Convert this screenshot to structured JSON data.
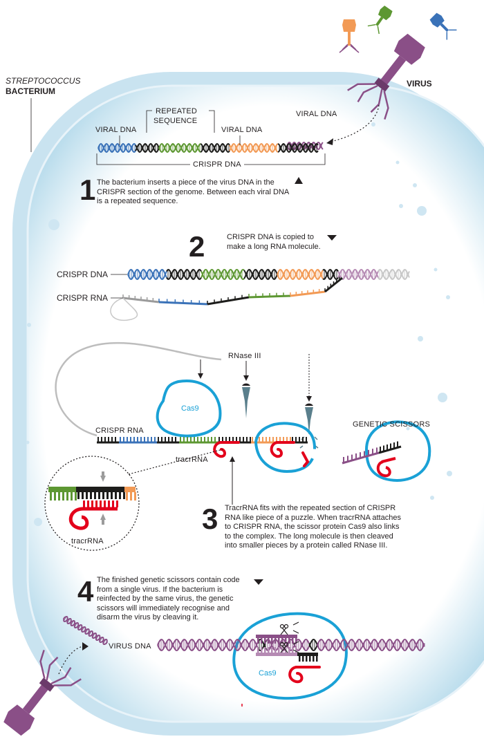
{
  "colors": {
    "blue": "#3a72b8",
    "black": "#1d1d1b",
    "green": "#5d9732",
    "orange": "#f29a55",
    "purple": "#8a4f87",
    "red": "#e3001b",
    "cyan": "#1aa1d6",
    "grey": "#9b9b9b",
    "cell": "#cfe6f2"
  },
  "header": {
    "bacterium_line1": "STREPTOCOCCUS",
    "bacterium_line2": "BACTERIUM",
    "virus": "VIRUS"
  },
  "step1": {
    "number": "1",
    "viral_dna_top": "VIRAL DNA",
    "viral_dna_left": "VIRAL DNA",
    "viral_dna_right": "VIRAL DNA",
    "repeated_line1": "REPEATED",
    "repeated_line2": "SEQUENCE",
    "crispr_dna": "CRISPR DNA",
    "text": "The bacterium inserts a piece of the virus DNA in the CRISPR section of the genome. Between each viral DNA is a repeated sequence."
  },
  "step2": {
    "number": "2",
    "text": "CRISPR DNA is copied to make a long RNA molecule.",
    "crispr_dna": "CRISPR DNA",
    "crispr_rna": "CRISPR RNA"
  },
  "step3": {
    "number": "3",
    "rnase": "RNase III",
    "cas9": "Cas9",
    "crispr_rna": "CRISPR RNA",
    "tracrrna": "tracrRNA",
    "tracrrna_zoom": "tracrRNA",
    "genetic_scissors": "GENETIC SCISSORS",
    "text": "TracrRNA fits with the repeated section of CRISPR RNA like piece of a puzzle. When tracrRNA attaches to CRISPR RNA, the scissor protein Cas9 also links to the complex. The long molecule is then cleaved into smaller pieces by a protein called RNase III."
  },
  "step4": {
    "number": "4",
    "text": "The finished genetic scissors contain code from a single virus. If the bacterium is reinfected by the same virus, the genetic scissors will immediately recognise and disarm the virus by cleaving it.",
    "virus_dna": "VIRUS DNA",
    "cas9": "Cas9"
  }
}
